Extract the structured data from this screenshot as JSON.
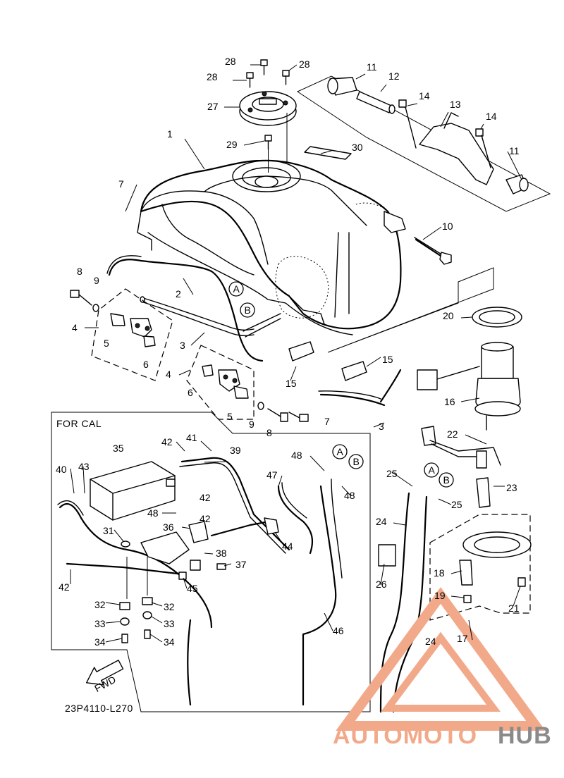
{
  "diagram": {
    "group_label": "FOR CAL",
    "code": "23P4110-L270",
    "fwd_label": "FWD",
    "ref_letters": [
      "A",
      "B"
    ],
    "callouts": [
      "1",
      "2",
      "3",
      "4",
      "5",
      "6",
      "7",
      "8",
      "9",
      "10",
      "11",
      "12",
      "13",
      "14",
      "15",
      "16",
      "17",
      "18",
      "19",
      "20",
      "21",
      "22",
      "23",
      "24",
      "25",
      "26",
      "27",
      "28",
      "29",
      "30",
      "31",
      "32",
      "33",
      "34",
      "35",
      "36",
      "37",
      "38",
      "39",
      "40",
      "41",
      "42",
      "43",
      "44",
      "45",
      "46",
      "47",
      "48"
    ]
  },
  "watermark": {
    "text_part1": "AUTOMOTO",
    "text_part2": "HUB",
    "color_primary": "#f2a98a",
    "color_secondary": "#8a8a8a"
  }
}
